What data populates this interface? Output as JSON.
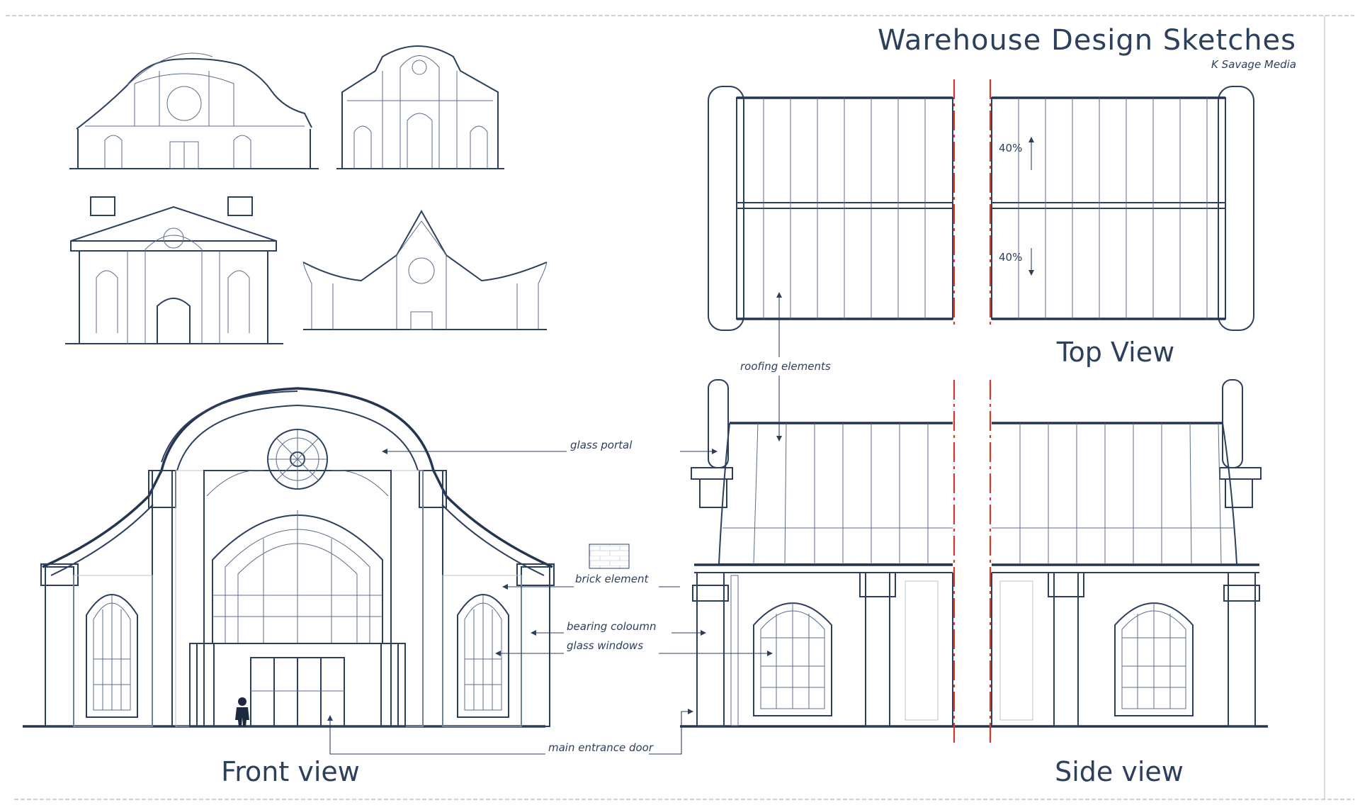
{
  "header": {
    "title": "Warehouse Design Sketches",
    "author": "K Savage Media"
  },
  "views": {
    "front": "Front view",
    "top": "Top View",
    "side": "Side view"
  },
  "callouts": {
    "roofing": "roofing elements",
    "glass_portal": "glass portal",
    "brick": "brick element",
    "bearing_column": "bearing coloumn",
    "glass_windows": "glass windows",
    "entrance": "main entrance door"
  },
  "slopes": {
    "upper": "40%",
    "lower": "40%"
  },
  "colors": {
    "ink": "#2c3f5c",
    "centerline": "#d43a2c",
    "paper": "#ffffff"
  }
}
